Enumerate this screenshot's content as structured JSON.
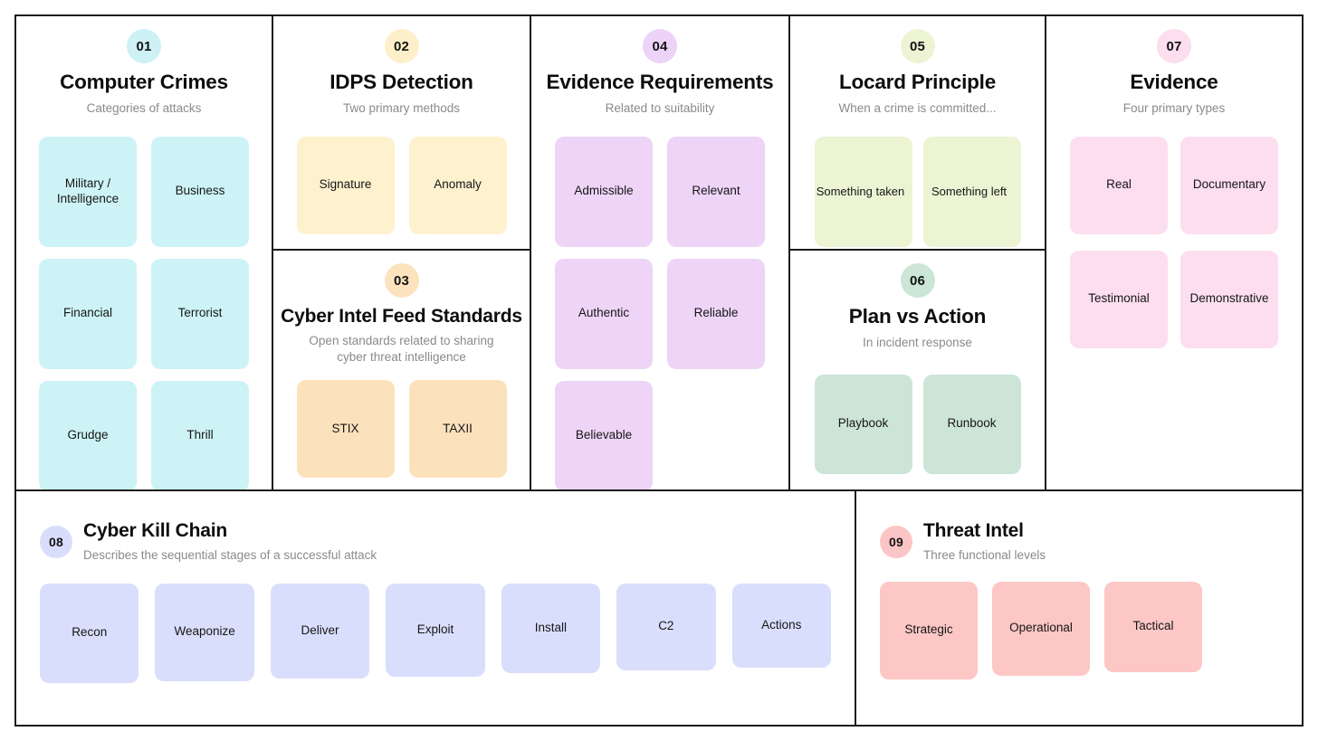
{
  "theme": {
    "background": "#ffffff",
    "border": "#1c1c1c",
    "title_color": "#0d0d0d",
    "subtitle_color": "#8a8a8a"
  },
  "sections": [
    {
      "number": "01",
      "title": "Computer Crimes",
      "subtitle": "Categories of attacks",
      "accent": "#CDF1F5",
      "chip_color": "#CDF3F6",
      "items": [
        "Military / Intelligence",
        "Business",
        "Financial",
        "Terrorist",
        "Grudge",
        "Thrill"
      ]
    },
    {
      "number": "02",
      "title": "IDPS Detection",
      "subtitle": "Two primary methods",
      "accent": "#FDEFC9",
      "chip_color": "#FDF1CE",
      "items": [
        "Signature",
        "Anomaly"
      ]
    },
    {
      "number": "03",
      "title": "Cyber Intel Feed Standards",
      "subtitle": "Open standards related to sharing cyber threat intelligence",
      "accent": "#FCE3BE",
      "chip_color": "#FCE2BC",
      "items": [
        "STIX",
        "TAXII"
      ]
    },
    {
      "number": "04",
      "title": "Evidence Requirements",
      "subtitle": "Related to suitability",
      "accent": "#EDD3F7",
      "chip_color": "#EED4F7",
      "items": [
        "Admissible",
        "Relevant",
        "Authentic",
        "Reliable",
        "Believable"
      ]
    },
    {
      "number": "05",
      "title": "Locard Principle",
      "subtitle": "When a crime is committed...",
      "accent": "#EDF4D3",
      "chip_color": "#ECF4D4",
      "items": [
        "Something taken",
        "Something left"
      ]
    },
    {
      "number": "06",
      "title": "Plan vs Action",
      "subtitle": "In incident response",
      "accent": "#CBE5D6",
      "chip_color": "#CCE5D7",
      "items": [
        "Playbook",
        "Runbook"
      ]
    },
    {
      "number": "07",
      "title": "Evidence",
      "subtitle": "Four primary types",
      "accent": "#FCDEEF",
      "chip_color": "#FCDEEF",
      "items": [
        "Real",
        "Documentary",
        "Testimonial",
        "Demonstrative"
      ]
    },
    {
      "number": "08",
      "title": "Cyber Kill Chain",
      "subtitle": "Describes the sequential stages of a successful attack",
      "accent": "#D8DDFB",
      "chip_color": "#D9DEFC",
      "items": [
        "Recon",
        "Weaponize",
        "Deliver",
        "Exploit",
        "Install",
        "C2",
        "Actions"
      ]
    },
    {
      "number": "09",
      "title": "Threat Intel",
      "subtitle": "Three functional levels",
      "accent": "#FCC5C5",
      "chip_color": "#FCC7C5",
      "items": [
        "Strategic",
        "Operational",
        "Tactical"
      ]
    }
  ]
}
